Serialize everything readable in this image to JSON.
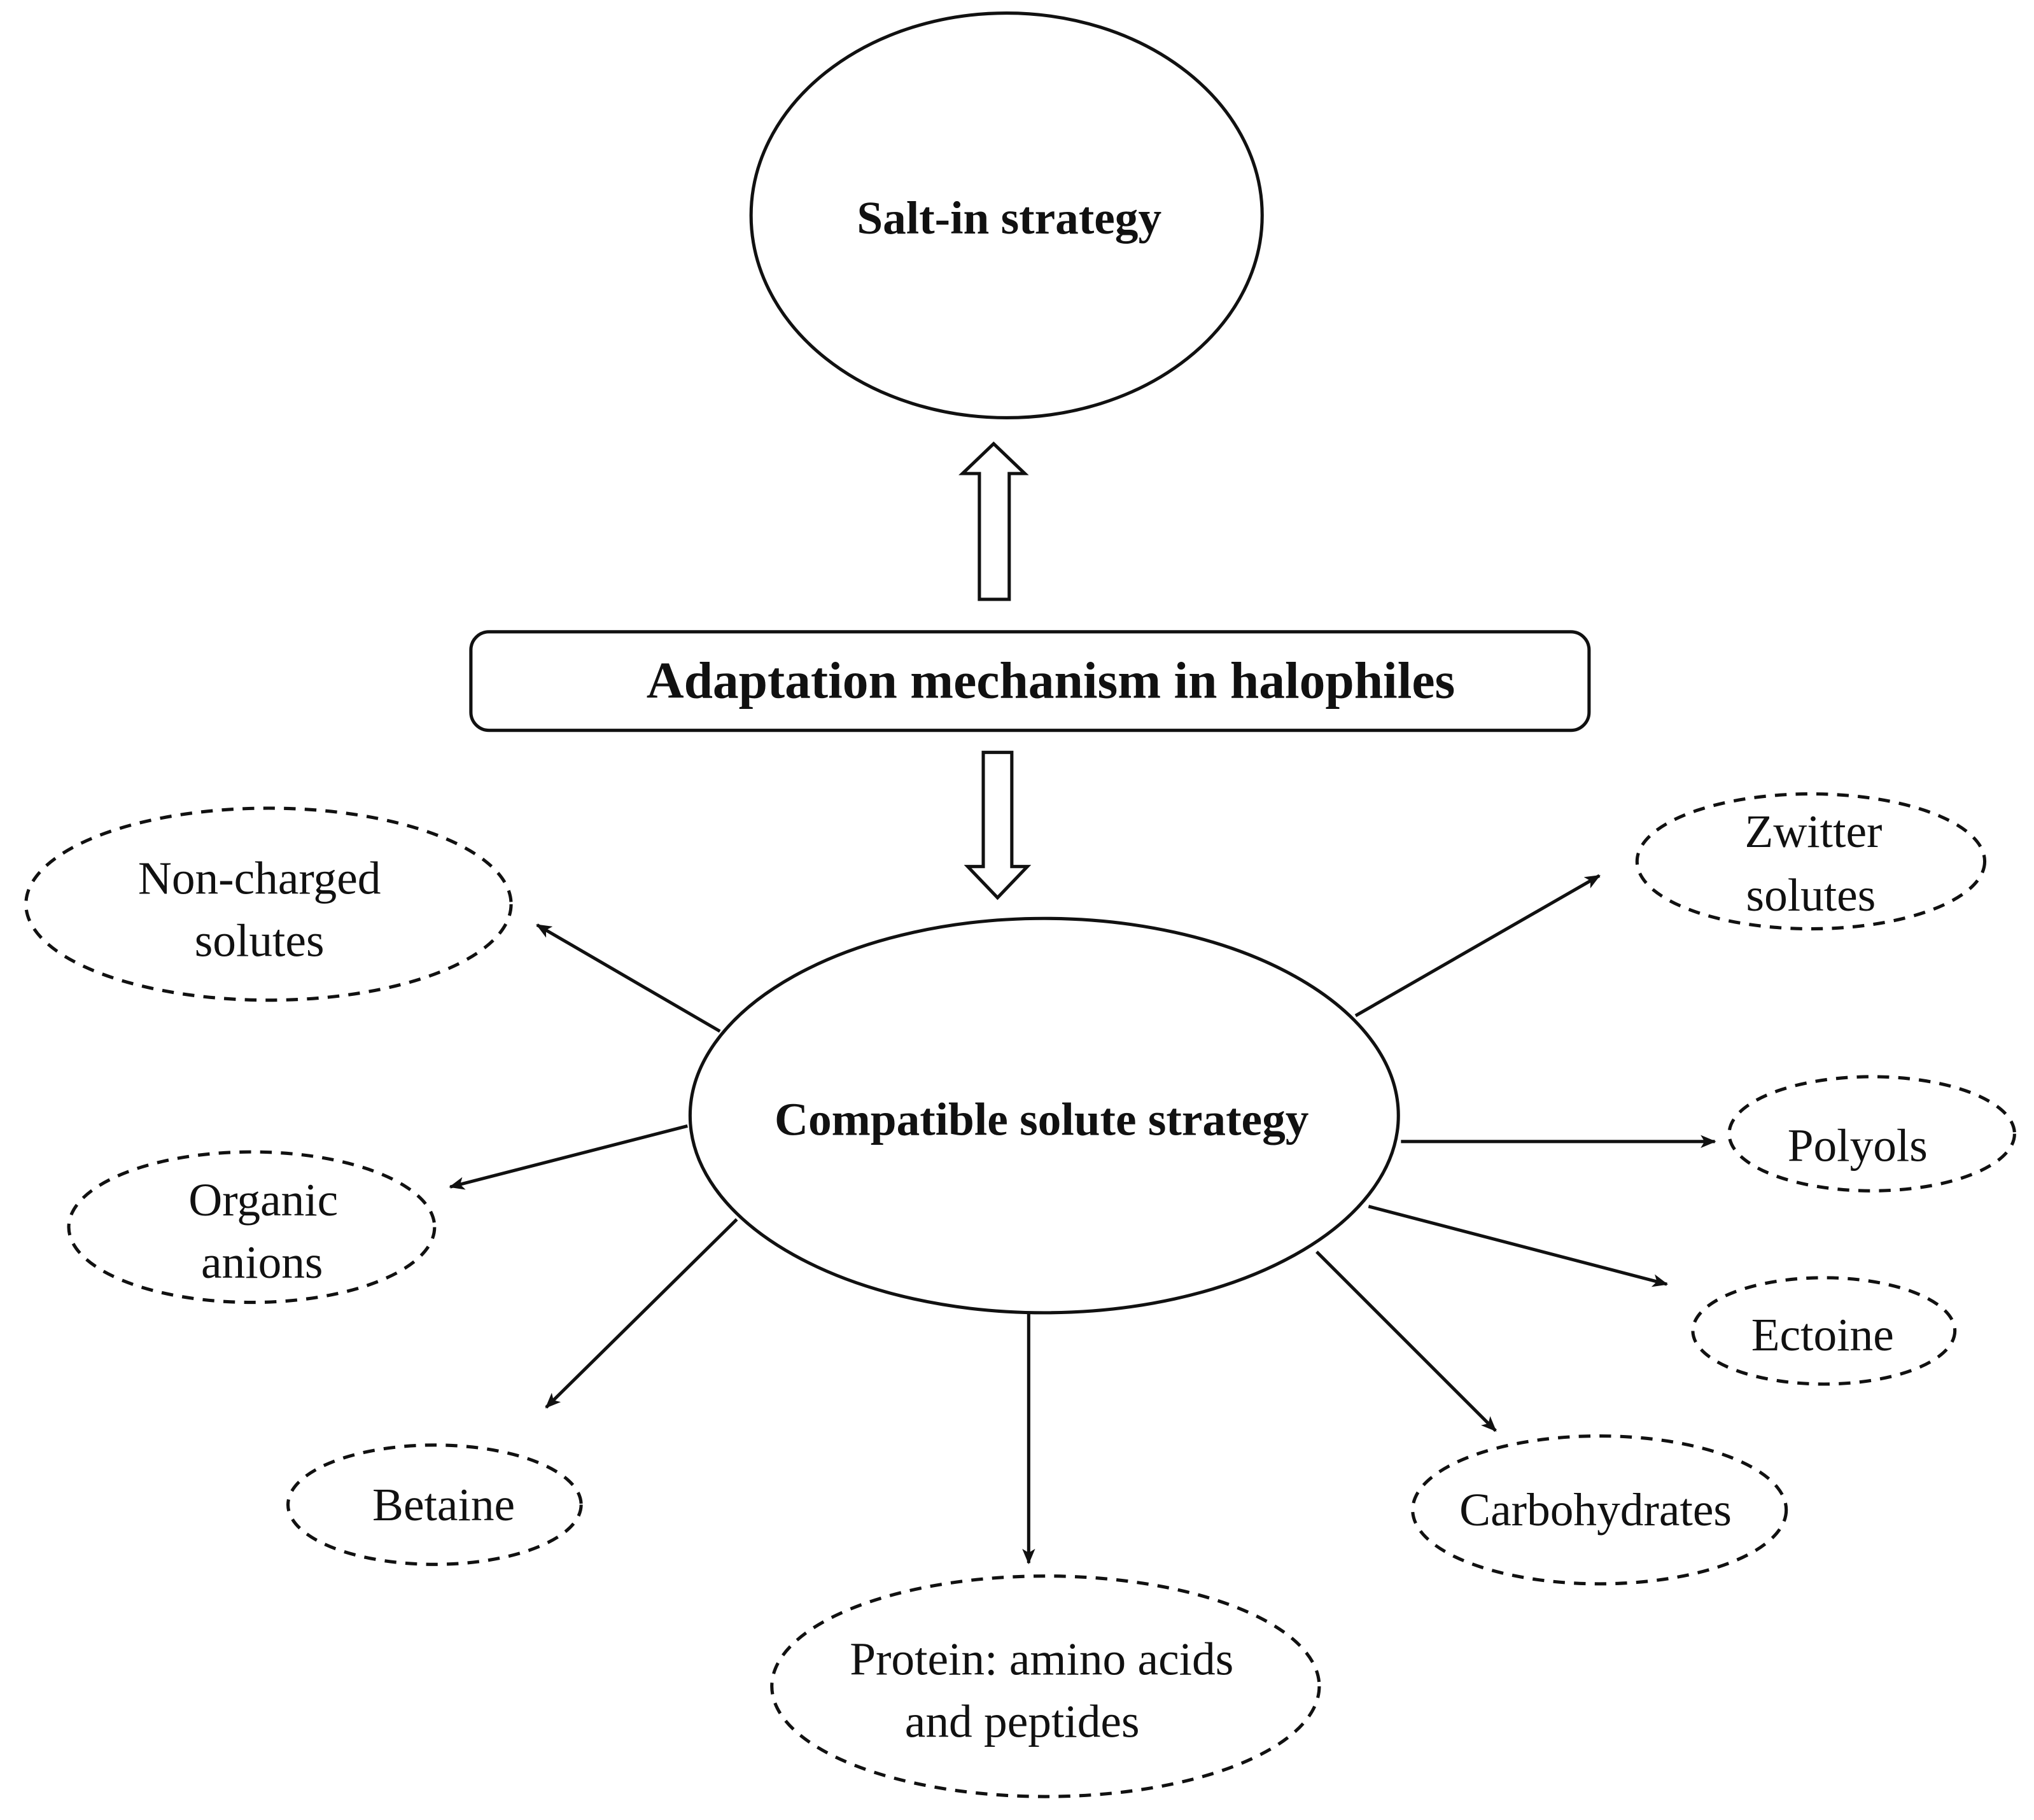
{
  "diagram": {
    "center": {
      "label": "Adaptation mechanism in halophiles"
    },
    "salt_in": {
      "label": "Salt-in strategy"
    },
    "compatible": {
      "label": "Compatible solute strategy"
    },
    "solutes": [
      {
        "id": "non-charged-solutes",
        "lines": [
          "Non-charged",
          "solutes"
        ]
      },
      {
        "id": "organic-anions",
        "lines": [
          "Organic",
          "anions"
        ]
      },
      {
        "id": "betaine",
        "lines": [
          "Betaine"
        ]
      },
      {
        "id": "protein-amino-acids-peptides",
        "lines": [
          "Protein: amino acids",
          "and peptides"
        ]
      },
      {
        "id": "carbohydrates",
        "lines": [
          "Carbohydrates"
        ]
      },
      {
        "id": "ectoine",
        "lines": [
          "Ectoine"
        ]
      },
      {
        "id": "polyols",
        "lines": [
          "Polyols"
        ]
      },
      {
        "id": "zwitter-solutes",
        "lines": [
          "Zwitter",
          "solutes"
        ]
      }
    ],
    "colors": {
      "stroke": "#111111",
      "background": "#ffffff"
    }
  }
}
